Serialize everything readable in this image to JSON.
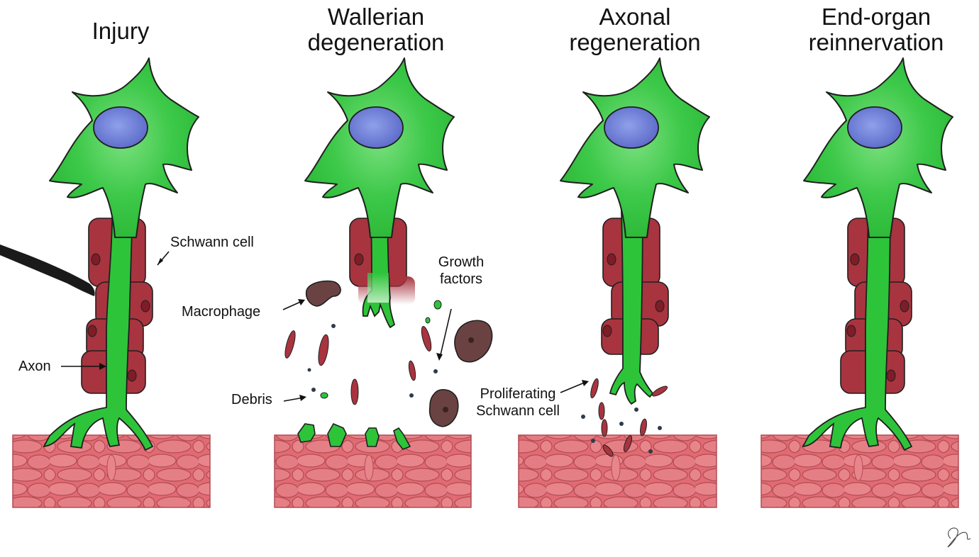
{
  "panels": [
    {
      "title_line1": "Injury",
      "title_line2": ""
    },
    {
      "title_line1": "Wallerian",
      "title_line2": "degeneration"
    },
    {
      "title_line1": "Axonal",
      "title_line2": "regeneration"
    },
    {
      "title_line1": "End-organ",
      "title_line2": "reinnervation"
    }
  ],
  "labels": {
    "schwann_cell": "Schwann cell",
    "axon": "Axon",
    "macrophage": "Macrophage",
    "debris": "Debris",
    "growth_factors_line1": "Growth",
    "growth_factors_line2": "factors",
    "proliferating_line1": "Proliferating",
    "proliferating_line2": "Schwann cell"
  },
  "colors": {
    "neuron": "#2ec43a",
    "nucleus": "#6f7fd6",
    "schwann": "#a8343f",
    "muscle": "#e8747a",
    "macrophage": "#6b4242",
    "debris": "#2f3a4a"
  }
}
